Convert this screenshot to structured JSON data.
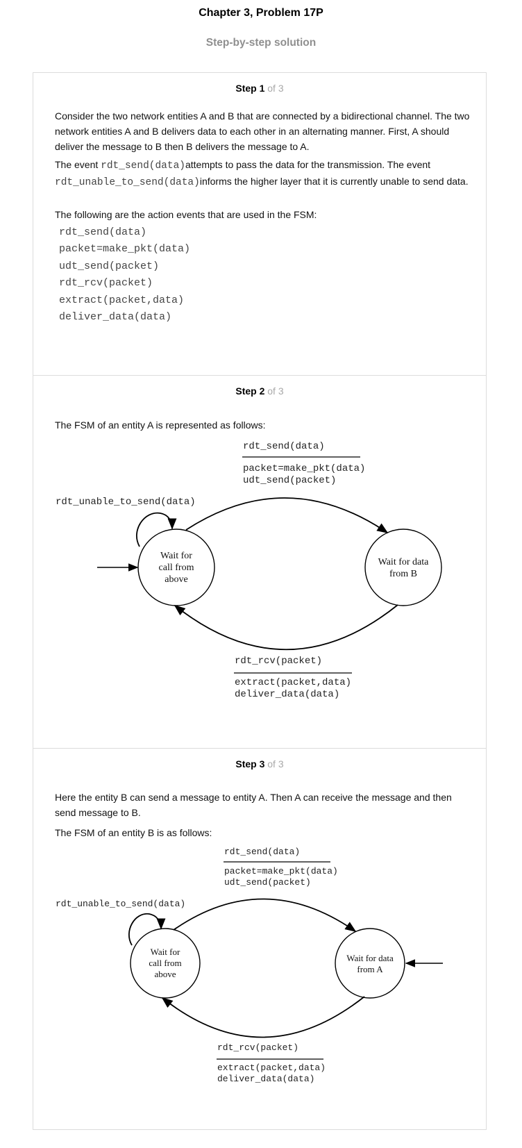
{
  "header": {
    "title": "Chapter 3, Problem 17P",
    "subtitle": "Step-by-step solution"
  },
  "step1": {
    "num": "Step 1",
    "of": "of 3",
    "p1": "Consider the two network entities A and B that are connected by a bidirectional channel. The two network entities A and B delivers data to each other in an alternating manner. First, A should deliver the message to B then B delivers the message to A.",
    "p2_a": "The event ",
    "p2_code1": "rdt_send(data)",
    "p2_b": "attempts to pass the data for the transmission. The event ",
    "p2_code2": "rdt_unable_to_send(data)",
    "p2_c": "informs the higher layer that it is currently unable to send data.",
    "p3": "The following are the action events that are used in the FSM:",
    "actions": [
      "rdt_send(data)",
      "packet=make_pkt(data)",
      "udt_send(packet)",
      "rdt_rcv(packet)",
      "extract(packet,data)",
      "deliver_data(data)"
    ]
  },
  "step2": {
    "num": "Step 2",
    "of": "of 3",
    "p1": "The FSM of an entity A is represented as follows:",
    "fsm": {
      "top_event": "rdt_send(data)",
      "top_action1": "packet=make_pkt(data)",
      "top_action2": "udt_send(packet)",
      "self_loop": "rdt_unable_to_send(data)",
      "state_left": [
        "Wait for",
        "call  from",
        "above"
      ],
      "state_right": [
        "Wait for data",
        "from B"
      ],
      "bottom_event": "rdt_rcv(packet)",
      "bottom_action1": "extract(packet,data)",
      "bottom_action2": "deliver_data(data)"
    }
  },
  "step3": {
    "num": "Step 3",
    "of": "of 3",
    "p1": "Here the entity B can send a message to entity A. Then A can receive the message and then send message to B.",
    "p2": "The FSM of an entity B is as follows:",
    "fsm": {
      "top_event": "rdt_send(data)",
      "top_action1": "packet=make_pkt(data)",
      "top_action2": "udt_send(packet)",
      "self_loop": "rdt_unable_to_send(data)",
      "state_left": [
        "Wait for",
        "call  from",
        "above"
      ],
      "state_right": [
        "Wait for data",
        "from A"
      ],
      "bottom_event": "rdt_rcv(packet)",
      "bottom_action1": "extract(packet,data)",
      "bottom_action2": "deliver_data(data)"
    }
  }
}
